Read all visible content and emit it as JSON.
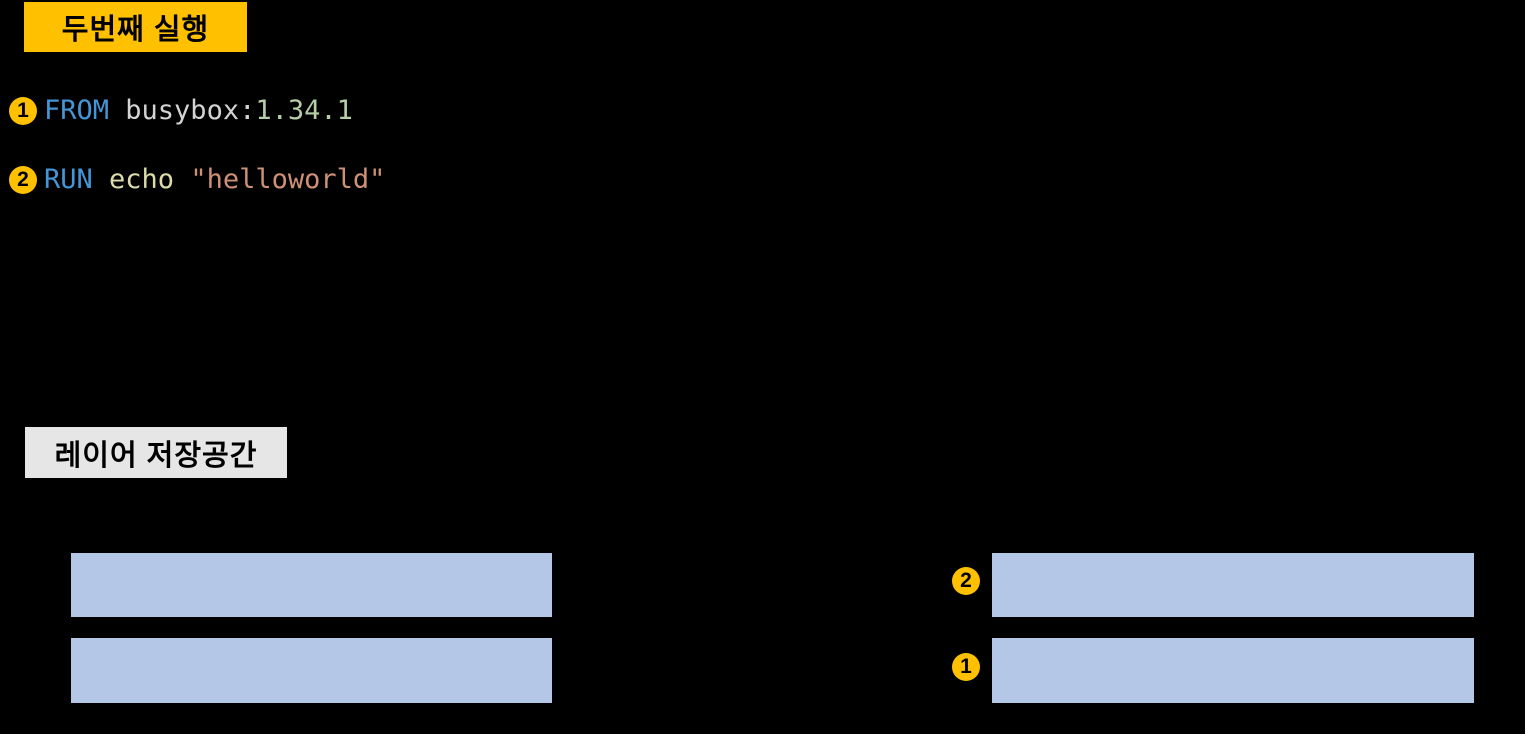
{
  "colors": {
    "background": "#000000",
    "accent_yellow": "#FFC000",
    "badge_gray": "#E7E6E6",
    "layer_blue": "#B4C7E7",
    "code_keyword_blue": "#4496D6",
    "code_plain_gray": "#D4D4D4",
    "code_number_green": "#B5CEA8",
    "code_function_yellow": "#DCDCAA",
    "code_string_salmon": "#CE9178"
  },
  "title_badge": {
    "label": "두번째 실행"
  },
  "dockerfile": {
    "lines": [
      {
        "marker": "1",
        "tokens": [
          {
            "type": "keyword",
            "text": "FROM"
          },
          {
            "type": "plain",
            "text": " busybox:"
          },
          {
            "type": "number",
            "text": "1.34.1"
          }
        ]
      },
      {
        "marker": "2",
        "tokens": [
          {
            "type": "keyword",
            "text": "RUN"
          },
          {
            "type": "function",
            "text": " echo "
          },
          {
            "type": "string",
            "text": "\"helloworld\""
          }
        ]
      }
    ]
  },
  "storage_badge": {
    "label": "레이어 저장공간"
  },
  "layers": {
    "left": [
      {
        "position": "top"
      },
      {
        "position": "bottom"
      }
    ],
    "right": [
      {
        "marker": "2",
        "position": "top"
      },
      {
        "marker": "1",
        "position": "bottom"
      }
    ]
  }
}
